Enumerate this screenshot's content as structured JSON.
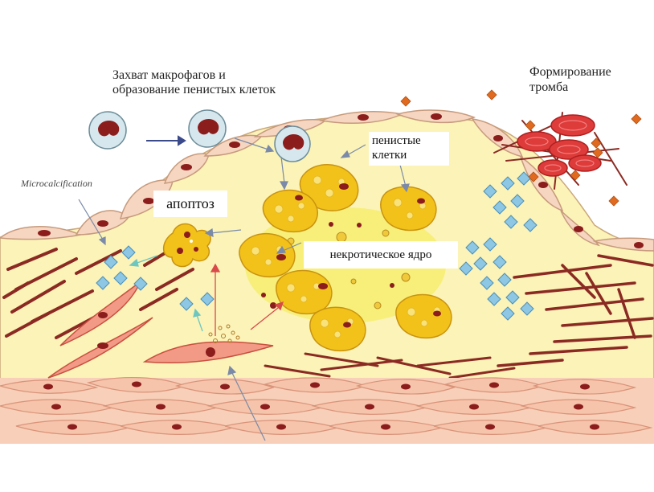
{
  "labels": {
    "macrophage_capture_line1": "Захват макрофагов и",
    "macrophage_capture_line2": "образование пенистых клеток",
    "thrombus_line1": "Формирование",
    "thrombus_line2": "тромба",
    "foam_cells_line1": "пенистые",
    "foam_cells_line2": "клетки",
    "microcalcification": "Microcalcification",
    "apoptosis": "апоптоз",
    "necrotic_core": "некротическое ядро"
  },
  "colors": {
    "plaque_fill": "#fbf3b8",
    "necrotic_fill": "#f7ef7a",
    "foam_cell": "#f2c21a",
    "endothelium": "#f6d6c0",
    "cell_nucleus": "#8c1d1d",
    "collagen": "#8b2a22",
    "crystal": "#8dc7e4",
    "rbc": "#dd3c3a",
    "platelet": "#e06a1f",
    "arrow_navy": "#3a4a8a",
    "arrow_red": "#d94a4a",
    "arrow_teal": "#6dc7c0"
  }
}
